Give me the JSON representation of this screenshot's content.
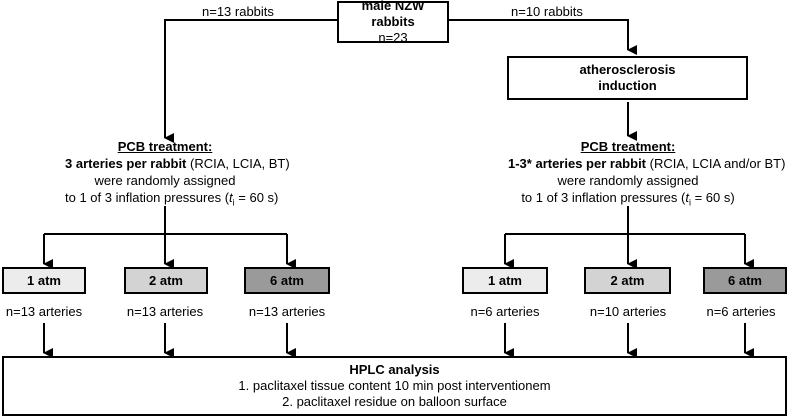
{
  "start": {
    "title": "male NZW rabbits",
    "count": "n=23"
  },
  "branches": {
    "left_label": "n=13 rabbits",
    "right_label": "n=10 rabbits"
  },
  "induction": {
    "line1": "atherosclerosis",
    "line2": "induction"
  },
  "pcb_left": {
    "heading": "PCB treatment:",
    "bold_part": "3 arteries per rabbit",
    "detail": " (RCIA, LCIA, BT)",
    "line3": "were randomly assigned",
    "line4_pre": "to 1 of 3 inflation pressures (",
    "t_symbol": "t",
    "t_sub": "i",
    "line4_post": " = 60 s)"
  },
  "pcb_right": {
    "heading": "PCB treatment:",
    "bold_part": "1-3* arteries per rabbit",
    "detail": " (RCIA, LCIA and/or BT)",
    "line3": "were randomly assigned",
    "line4_pre": "to 1 of 3 inflation pressures (",
    "t_symbol": "t",
    "t_sub": "i",
    "line4_post": " = 60 s)"
  },
  "groups_left": [
    {
      "label": "1 atm",
      "n": "n=13 arteries",
      "shade": "#ececec"
    },
    {
      "label": "2 atm",
      "n": "n=13 arteries",
      "shade": "#d3d3d3"
    },
    {
      "label": "6 atm",
      "n": "n=13 arteries",
      "shade": "#9a9a9a"
    }
  ],
  "groups_right": [
    {
      "label": "1 atm",
      "n": "n=6 arteries",
      "shade": "#ececec"
    },
    {
      "label": "2 atm",
      "n": "n=10 arteries",
      "shade": "#d3d3d3"
    },
    {
      "label": "6 atm",
      "n": "n=6 arteries",
      "shade": "#9a9a9a"
    }
  ],
  "hplc": {
    "title": "HPLC analysis",
    "item1": "1. paclitaxel tissue content 10 min post interventionem",
    "item2": "2. paclitaxel residue on balloon surface"
  }
}
